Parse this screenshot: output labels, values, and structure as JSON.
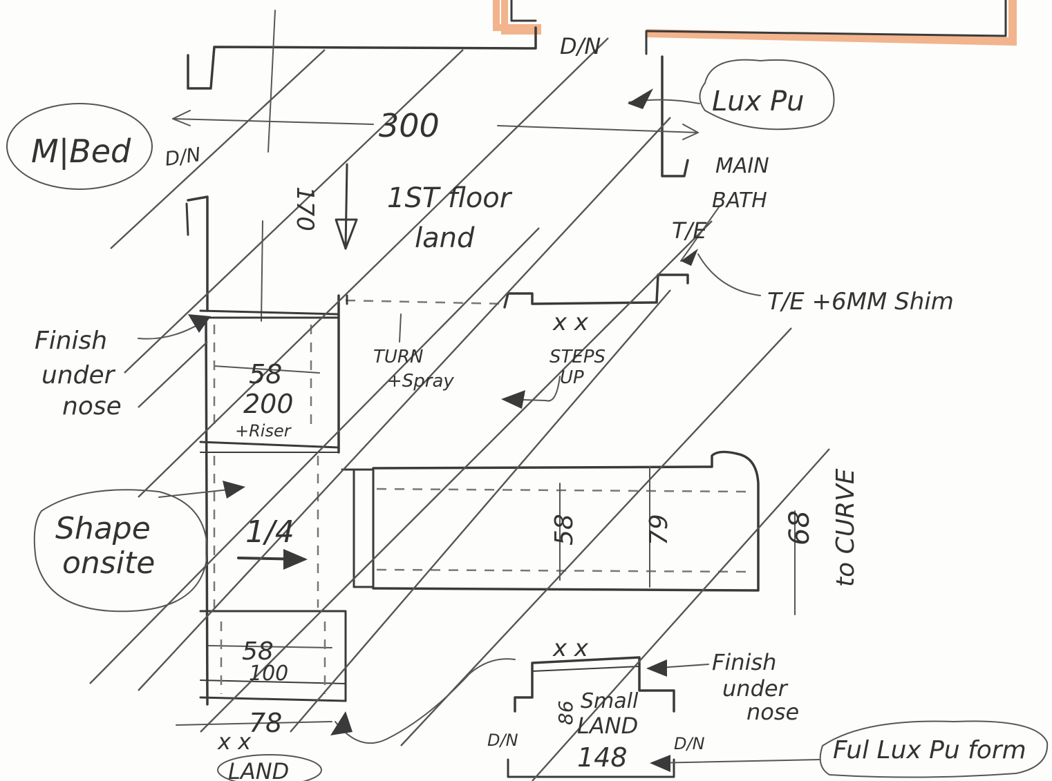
{
  "labels": {
    "mbed": "M|Bed",
    "dn_left": "D/N",
    "dim_300": "300",
    "lux_pu": "Lux Pu",
    "main_bath": "MAIN",
    "main_bath2": "BATH",
    "dn_top": "D/N",
    "dim_170": "170",
    "first_floor": "1ST floor",
    "first_floor2": "land",
    "te": "T/E",
    "te_shim": "T/E +6MM Shim",
    "finish_under_nose_1": "Finish",
    "finish_under_nose_2": "under",
    "finish_under_nose_3": "nose",
    "dim_58_top": "58",
    "dim_200_riser": "200",
    "riser_label": "+Riser",
    "turn_spray": "TURN",
    "turn_spray2": "+Spray",
    "steps_up": "STEPS",
    "steps_up2": "UP",
    "shape_onsite": "Shape",
    "shape_onsite2": "onsite",
    "quarter": "1/4",
    "dim_58_mid": "58",
    "dim_79": "79",
    "dim_68": "68",
    "to_curve": "to CURVE",
    "dim_58_low": "58",
    "dim_100": "100",
    "dim_78": "78",
    "land_bottom": "LAND",
    "finish_under_nose_b1": "Finish",
    "finish_under_nose_b2": "under",
    "finish_under_nose_b3": "nose",
    "small_land": "Small",
    "small_land2": "LAND",
    "dim_148": "148",
    "dim_86": "86",
    "dn_bottom_left": "D/N",
    "dn_bottom_right": "D/N",
    "full_lux": "Ful Lux Pu form",
    "xx_top": "x  x",
    "xx_bottom": "x  x",
    "xx_left": "x  x"
  },
  "colors": {
    "ink": "#3a3a3a",
    "highlight_box": "#f2b48c"
  }
}
